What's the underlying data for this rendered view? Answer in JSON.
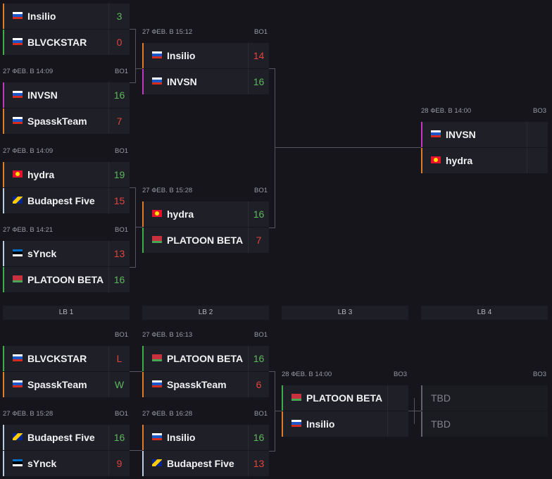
{
  "upper": {
    "round1": [
      {
        "date": "",
        "format": "",
        "teams": [
          {
            "name": "Insilio",
            "flag": "ru",
            "score": "3",
            "result": "win",
            "color": "orange"
          },
          {
            "name": "BLVCKSTAR",
            "flag": "ru",
            "score": "0",
            "result": "loss",
            "color": "green"
          }
        ]
      },
      {
        "date": "27 ФЕВ. В 14:09",
        "format": "BO1",
        "teams": [
          {
            "name": "INVSN",
            "flag": "ru",
            "score": "16",
            "result": "win",
            "color": "magenta"
          },
          {
            "name": "SpasskTeam",
            "flag": "ru",
            "score": "7",
            "result": "loss",
            "color": "orange"
          }
        ]
      },
      {
        "date": "27 ФЕВ. В 14:09",
        "format": "BO1",
        "teams": [
          {
            "name": "hydra",
            "flag": "kg",
            "score": "19",
            "result": "win",
            "color": "orange"
          },
          {
            "name": "Budapest Five",
            "flag": "ba",
            "score": "15",
            "result": "loss",
            "color": "lightblue"
          }
        ]
      },
      {
        "date": "27 ФЕВ. В 14:21",
        "format": "BO1",
        "teams": [
          {
            "name": "sYnck",
            "flag": "ee",
            "score": "13",
            "result": "loss",
            "color": "lightblue"
          },
          {
            "name": "PLATOON BETA",
            "flag": "by",
            "score": "16",
            "result": "win",
            "color": "green"
          }
        ]
      }
    ],
    "round2": [
      {
        "date": "27 ФЕВ. В 15:12",
        "format": "BO1",
        "teams": [
          {
            "name": "Insilio",
            "flag": "ru",
            "score": "14",
            "result": "loss",
            "color": "orange"
          },
          {
            "name": "INVSN",
            "flag": "ru",
            "score": "16",
            "result": "win",
            "color": "magenta"
          }
        ]
      },
      {
        "date": "27 ФЕВ. В 15:28",
        "format": "BO1",
        "teams": [
          {
            "name": "hydra",
            "flag": "kg",
            "score": "16",
            "result": "win",
            "color": "orange"
          },
          {
            "name": "PLATOON BETA",
            "flag": "by",
            "score": "7",
            "result": "loss",
            "color": "green"
          }
        ]
      }
    ],
    "final": {
      "date": "28 ФЕВ. В 14:00",
      "format": "BO3",
      "teams": [
        {
          "name": "INVSN",
          "flag": "ru",
          "score": "",
          "result": "",
          "color": "magenta"
        },
        {
          "name": "hydra",
          "flag": "kg",
          "score": "",
          "result": "",
          "color": "orange"
        }
      ]
    }
  },
  "lower_headers": [
    "LB 1",
    "LB 2",
    "LB 3",
    "LB 4"
  ],
  "lower": {
    "lb1": [
      {
        "date": "",
        "format": "BO1",
        "teams": [
          {
            "name": "BLVCKSTAR",
            "flag": "ru",
            "score": "L",
            "result": "loss",
            "color": "green"
          },
          {
            "name": "SpasskTeam",
            "flag": "ru",
            "score": "W",
            "result": "win",
            "color": "orange"
          }
        ]
      },
      {
        "date": "27 ФЕВ. В 15:28",
        "format": "BO1",
        "teams": [
          {
            "name": "Budapest Five",
            "flag": "ba",
            "score": "16",
            "result": "win",
            "color": "lightblue"
          },
          {
            "name": "sYnck",
            "flag": "ee",
            "score": "9",
            "result": "loss",
            "color": "lightblue"
          }
        ]
      }
    ],
    "lb2": [
      {
        "date": "27 ФЕВ. В 16:13",
        "format": "BO1",
        "teams": [
          {
            "name": "PLATOON BETA",
            "flag": "by",
            "score": "16",
            "result": "win",
            "color": "green"
          },
          {
            "name": "SpasskTeam",
            "flag": "ru",
            "score": "6",
            "result": "loss",
            "color": "orange"
          }
        ]
      },
      {
        "date": "27 ФЕВ. В 16:28",
        "format": "BO1",
        "teams": [
          {
            "name": "Insilio",
            "flag": "ru",
            "score": "16",
            "result": "win",
            "color": "orange"
          },
          {
            "name": "Budapest Five",
            "flag": "ba",
            "score": "13",
            "result": "loss",
            "color": "lightblue"
          }
        ]
      }
    ],
    "lb3": {
      "date": "28 ФЕВ. В 14:00",
      "format": "BO3",
      "teams": [
        {
          "name": "PLATOON BETA",
          "flag": "by",
          "score": "",
          "result": "",
          "color": "green"
        },
        {
          "name": "Insilio",
          "flag": "ru",
          "score": "",
          "result": "",
          "color": "orange"
        }
      ]
    },
    "lb4": {
      "date": "",
      "format": "BO3",
      "teams": [
        {
          "name": "TBD",
          "flag": "",
          "score": "",
          "result": "",
          "color": "gray"
        },
        {
          "name": "TBD",
          "flag": "",
          "score": "",
          "result": "",
          "color": "gray"
        }
      ]
    }
  }
}
